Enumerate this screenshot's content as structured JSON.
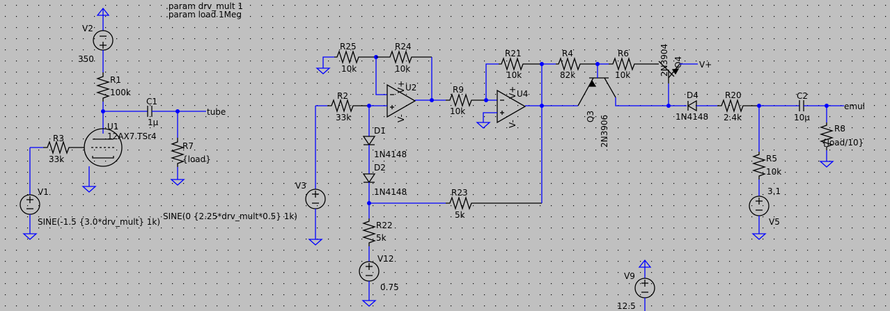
{
  "directives": [
    ".param drv_mult 1",
    ".param load 1Meg"
  ],
  "labels": {
    "V2": "V2",
    "V2_val": "350",
    "R1": "R1",
    "R1_val": "100k",
    "C1": "C1",
    "C1_val": "1µ",
    "tube": "tube",
    "U1": "U1",
    "U1_val": "12AX7.TSr4",
    "R3": "R3",
    "R3_val": "33k",
    "R7": "R7",
    "R7_val": "{load}",
    "V1": "V1",
    "V1_val": "SINE(-1.5 {3.0*drv_mult} 1k)",
    "V3": "V3",
    "V3_val": "SINE(0 {2.25*drv_mult*0.5} 1k)",
    "R25": "R25",
    "R25_val": "10k",
    "R24": "R24",
    "R24_val": "10k",
    "R2": "R2",
    "R2_val": "33k",
    "U2": "U2",
    "R9": "R9",
    "R9_val": "10k",
    "D1": "D1",
    "D1_val": "1N4148",
    "D2": "D2",
    "D2_val": "1N4148",
    "R23": "R23",
    "R23_val": "5k",
    "R22": "R22",
    "R22_val": "5k",
    "V12": "V12",
    "V12_val": "0.75",
    "R21": "R21",
    "R21_val": "10k",
    "U4": "U4",
    "R4": "R4",
    "R4_val": "82k",
    "R6": "R6",
    "R6_val": "10k",
    "Q4": "Q4",
    "Q4_val": "2N3904",
    "Vplus": "V+",
    "Q3": "Q3",
    "Q3_val": "2N3906",
    "D4": "D4",
    "D4_val": "1N4148",
    "R20": "R20",
    "R20_val": "2.4k",
    "C2": "C2",
    "C2_val": "10µ",
    "emul": "emul",
    "R8": "R8",
    "R8_val": "{load/10}",
    "R5": "R5",
    "R5_val": "10k",
    "V5": "V5",
    "V5_val": "3.1",
    "V9": "V9",
    "V9_val": "12.5",
    "opamp_vplus": "V+",
    "opamp_vminus": "V-"
  },
  "colors": {
    "background": "#c0c0c0",
    "wire": "#0000ff",
    "component": "#000000",
    "grid": "#000000"
  }
}
